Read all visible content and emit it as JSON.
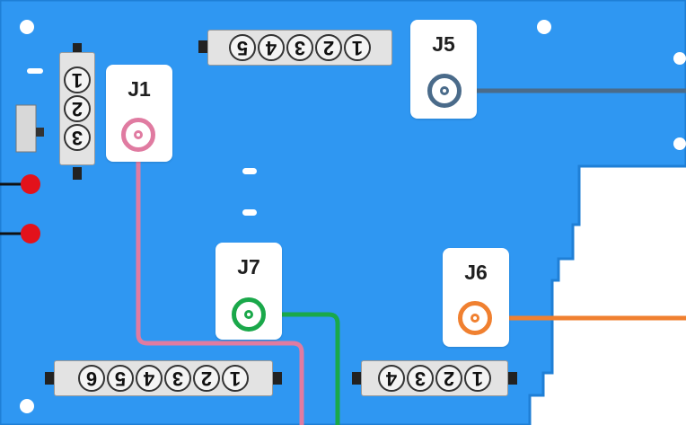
{
  "diagram": {
    "connectors": [
      {
        "id": "j1",
        "label": "J1",
        "color": "#e07ba1"
      },
      {
        "id": "j5",
        "label": "J5",
        "color": "#4a6b8a"
      },
      {
        "id": "j6",
        "label": "J6",
        "color": "#f08030"
      },
      {
        "id": "j7",
        "label": "J7",
        "color": "#1aa84a"
      }
    ],
    "terminal_strips": {
      "top": [
        "5",
        "4",
        "3",
        "2",
        "1"
      ],
      "left": [
        "1",
        "2",
        "3"
      ],
      "bottom_left": [
        "6",
        "5",
        "4",
        "3",
        "2",
        "1"
      ],
      "bottom_right": [
        "4",
        "3",
        "2",
        "1"
      ]
    },
    "colors": {
      "board": "#2f97f2",
      "board_edge": "#1f7fd6",
      "led": "#e3121b"
    }
  }
}
